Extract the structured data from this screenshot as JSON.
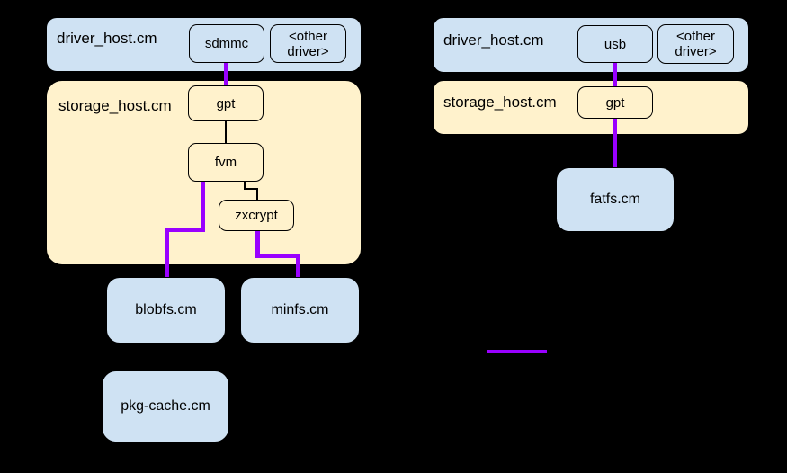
{
  "diagram": {
    "left": {
      "driver_host_label": "driver_host.cm",
      "sdmmc": "sdmmc",
      "other_driver": "<other\ndriver>",
      "storage_host_label": "storage_host.cm",
      "gpt": "gpt",
      "fvm": "fvm",
      "zxcrypt": "zxcrypt",
      "blobfs": "blobfs.cm",
      "minfs": "minfs.cm",
      "pkg_cache": "pkg-cache.cm"
    },
    "right": {
      "driver_host_label": "driver_host.cm",
      "usb": "usb",
      "other_driver": "<other\ndriver>",
      "storage_host_label": "storage_host.cm",
      "gpt": "gpt",
      "fatfs": "fatfs.cm"
    },
    "colors": {
      "background": "#000000",
      "host_fill": "#cfe2f3",
      "storage_fill": "#fff2cc",
      "connector_purple": "#9900ff",
      "outline": "#000000"
    }
  }
}
